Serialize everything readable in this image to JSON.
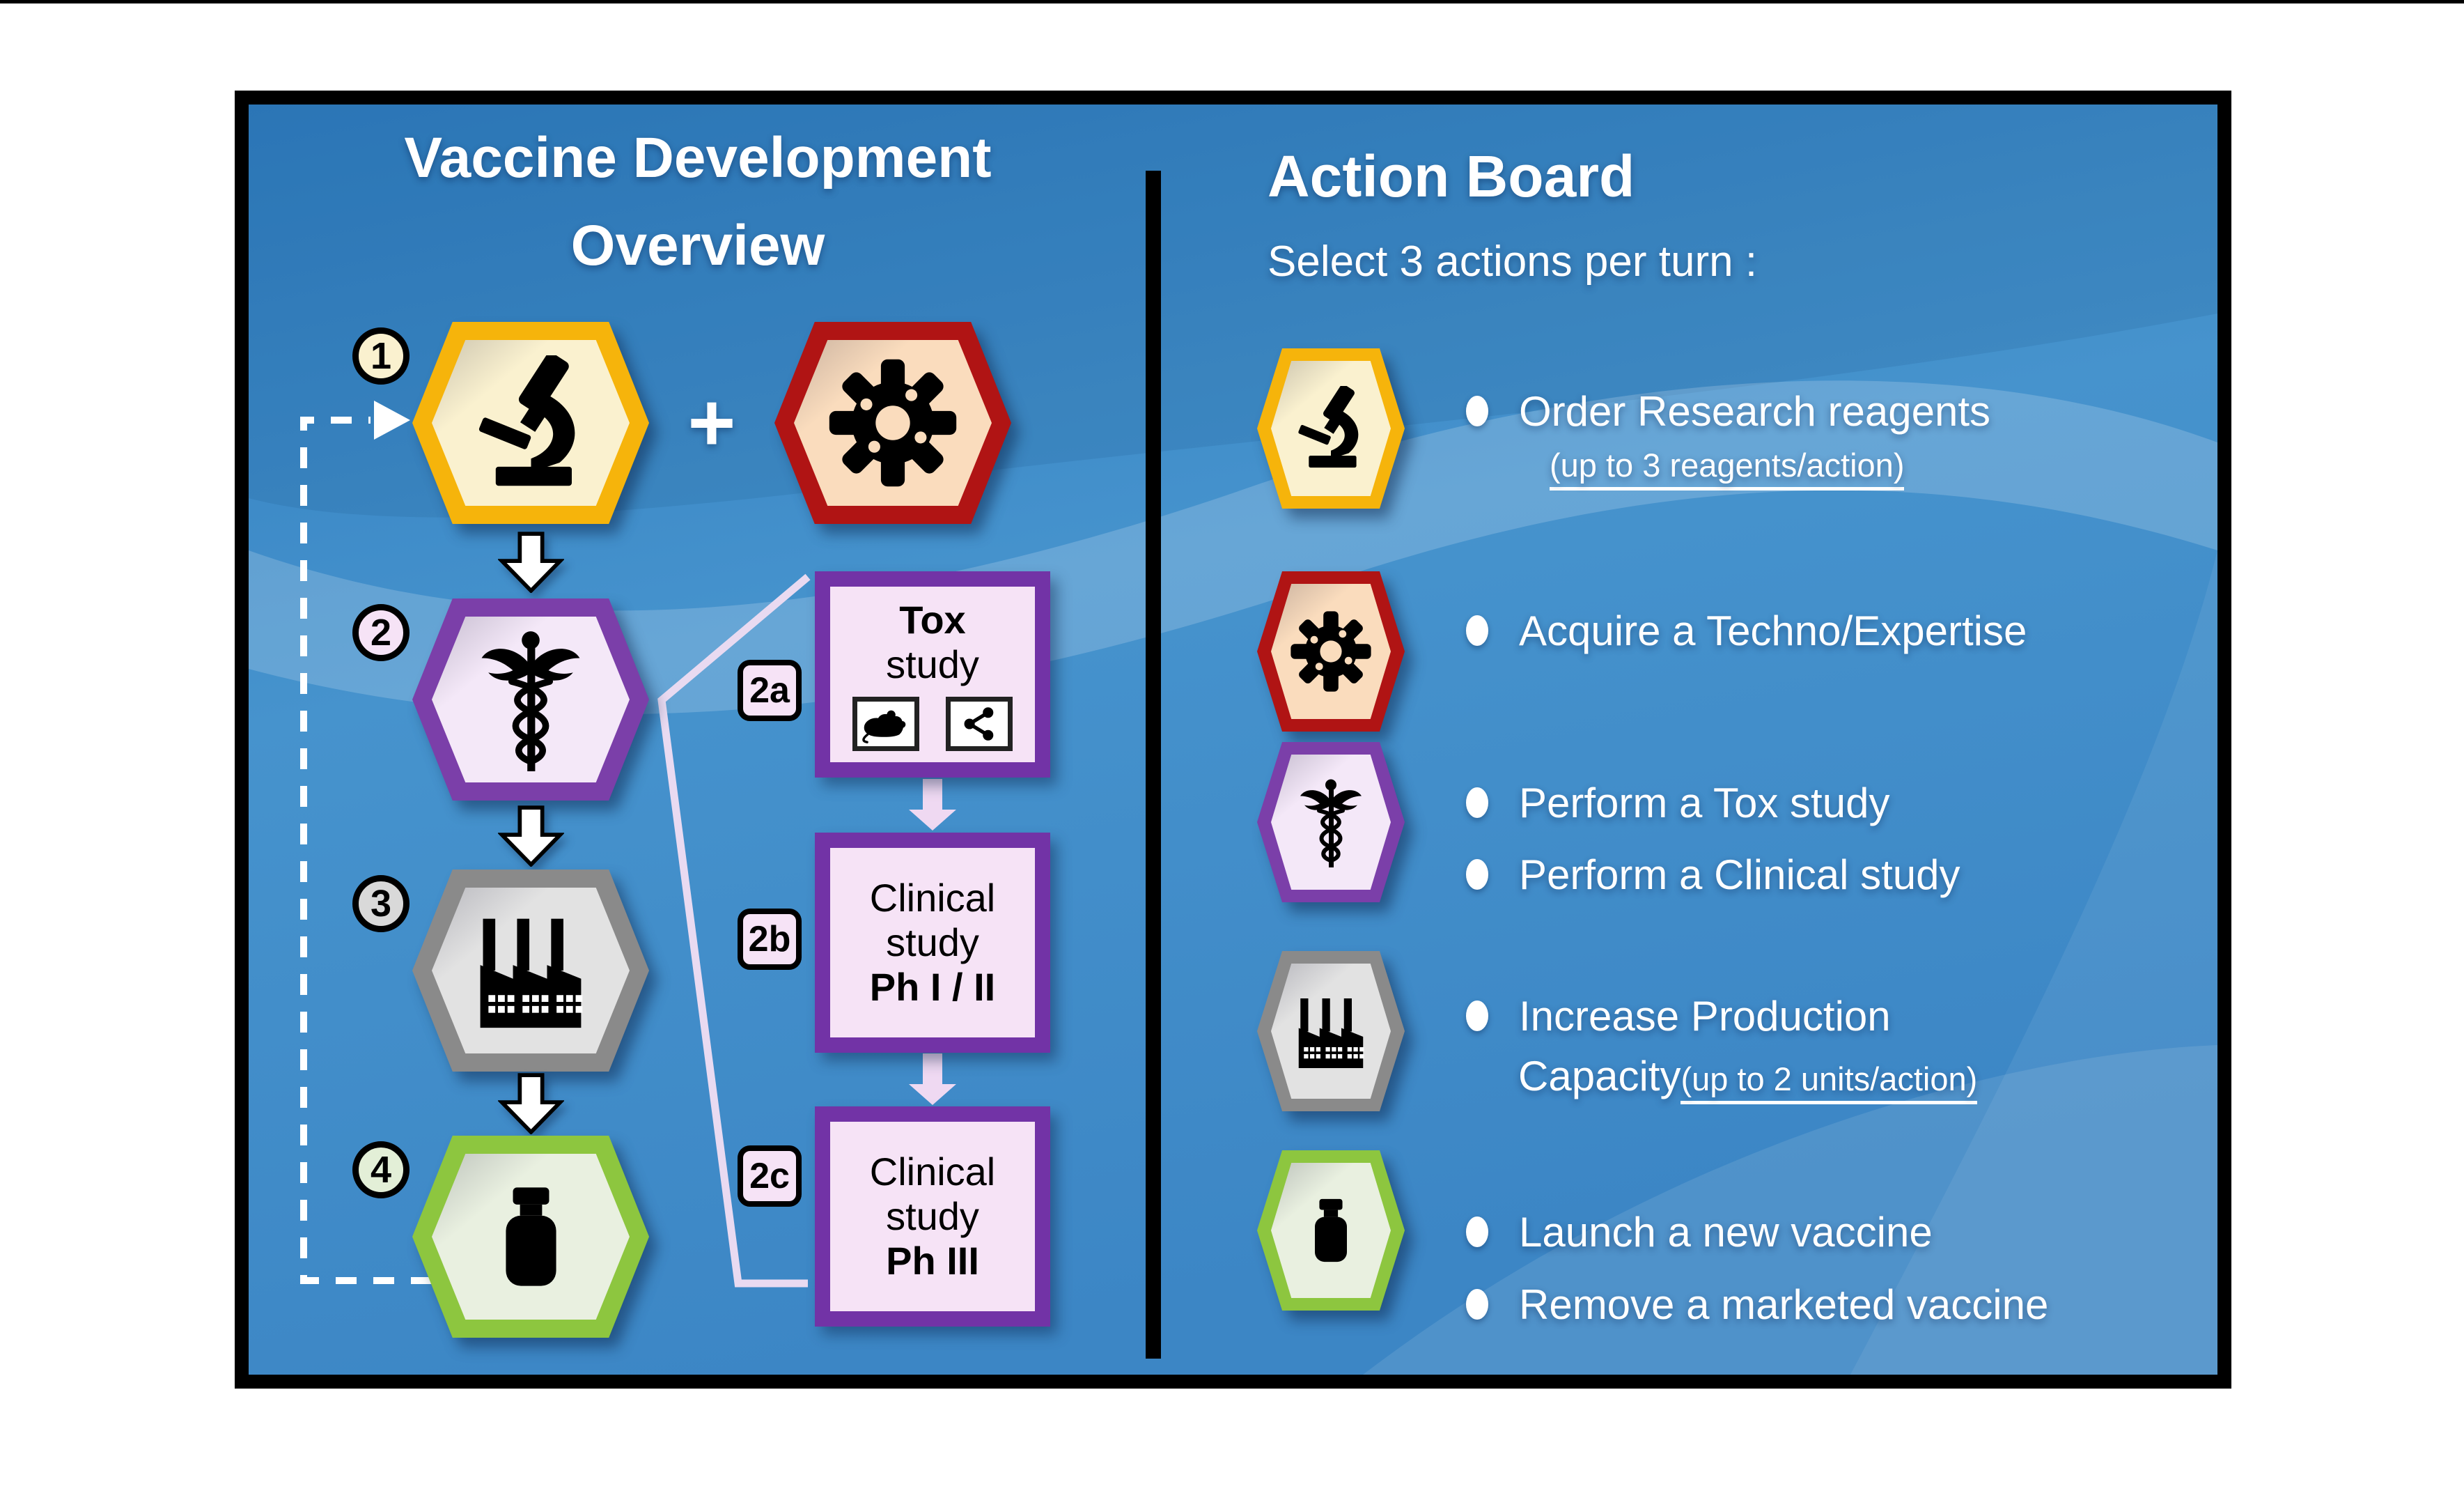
{
  "colors": {
    "background_blue": "#4190CB",
    "panel_border": "#000000",
    "hex_yellow_border": "#F6B40B",
    "hex_yellow_fill": "#FAF1CF",
    "hex_red_border": "#B01414",
    "hex_red_fill": "#FADCBD",
    "hex_purple_border": "#7B3FA9",
    "hex_purple_fill": "#F4E8F8",
    "hex_gray_border": "#8A8A8A",
    "hex_gray_fill": "#E2E2E2",
    "hex_green_border": "#8DC63F",
    "hex_green_fill": "#E9F0E0",
    "study_box_border": "#7233A6",
    "study_box_fill": "#F6E3F6",
    "pink_arrow": "#EFD9F2",
    "text_white": "#FFFFFF"
  },
  "left": {
    "title_line1": "Vaccine Development",
    "title_line2": "Overview",
    "plus_sign": "+",
    "step_numbers": [
      "1",
      "2",
      "3",
      "4"
    ],
    "step_icons": [
      "microscope-icon",
      "caduceus-icon",
      "factory-icon",
      "bottle-icon"
    ],
    "techno_icon": "gear-icon",
    "boxes": {
      "tox": {
        "tag": "2a",
        "line1": "Tox",
        "line2": "study",
        "icons": [
          "mouse-icon",
          "share-icon"
        ]
      },
      "ph12": {
        "tag": "2b",
        "line1": "Clinical",
        "line2": "study",
        "line3": "Ph I / II"
      },
      "ph3": {
        "tag": "2c",
        "line1": "Clinical",
        "line2": "study",
        "line3": "Ph III"
      }
    }
  },
  "right": {
    "title": "Action Board",
    "subtitle": "Select 3 actions per turn :",
    "actions": [
      {
        "icon": "microscope-icon",
        "line1": "Order Research  reagents",
        "note": "(up to 3 reagents/action)"
      },
      {
        "icon": "gear-icon",
        "line1": "Acquire a Techno/Expertise"
      },
      {
        "icon": "caduceus-icon",
        "line1": "Perform a Tox study",
        "line2": "Perform a Clinical study"
      },
      {
        "icon": "factory-icon",
        "line1": "Increase Production",
        "line2_main": "Capacity ",
        "line2_note": "(up to 2 units/action)"
      },
      {
        "icon": "bottle-icon",
        "line1": "Launch a new vaccine",
        "line2": "Remove a marketed vaccine"
      }
    ]
  }
}
